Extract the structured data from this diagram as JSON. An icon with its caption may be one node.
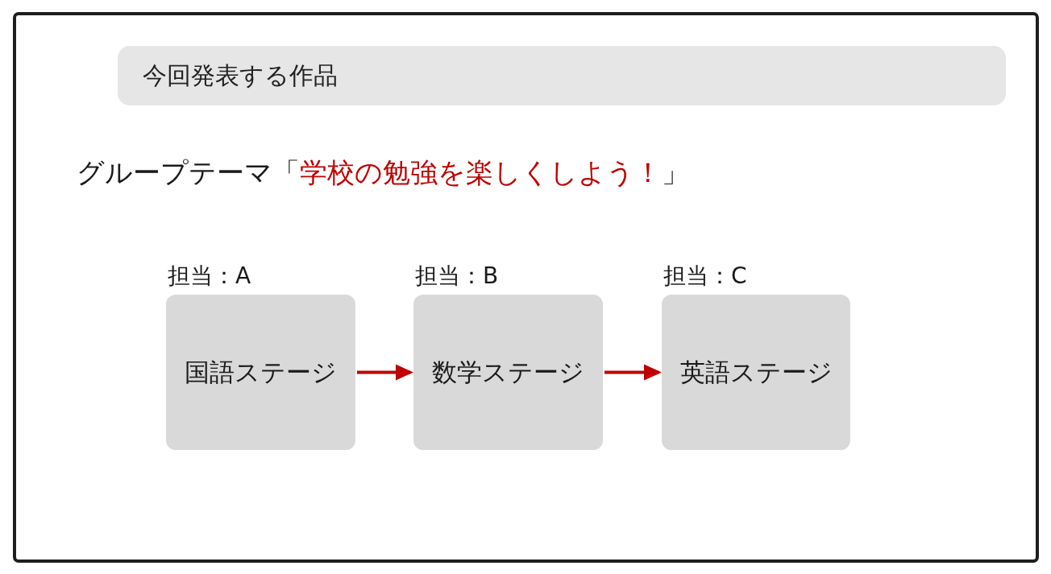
{
  "diagram": {
    "nodes": [
      {
        "text": [
          "今回発表する作品"
        ]
      },
      {
        "text": [
          "国語ステージ"
        ],
        "beside": [
          "担当：A"
        ]
      },
      {
        "text": [
          "数学ステージ"
        ],
        "beside": [
          "担当：B"
        ]
      },
      {
        "text": [
          "英語ステージ"
        ],
        "beside": [
          "担当：C"
        ]
      }
    ],
    "edges": [
      {
        "from": 1,
        "to": 2,
        "arrow": "to"
      },
      {
        "from": 2,
        "to": 3,
        "arrow": "to"
      }
    ],
    "labels": [
      "グループテーマ「**学校の勉強を楽しくしよう！**」"
    ]
  }
}
